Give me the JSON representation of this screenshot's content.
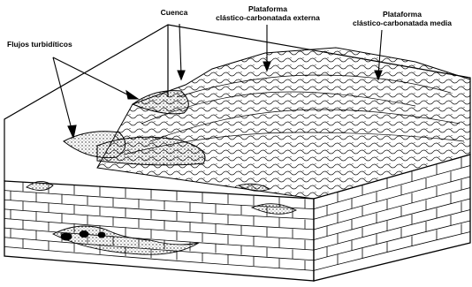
{
  "labels": {
    "cuenca": "Cuenca",
    "plataforma_externa_line1": "Plataforma",
    "plataforma_externa_line2": "clástico-carbonatada externa",
    "plataforma_media_line1": "Plataforma",
    "plataforma_media_line2": "clástico-carbonatada media",
    "flujos": "Flujos turbidíticos"
  },
  "colors": {
    "ink": "#000000",
    "paper": "#ffffff",
    "stipple": "#3a3a3a"
  }
}
